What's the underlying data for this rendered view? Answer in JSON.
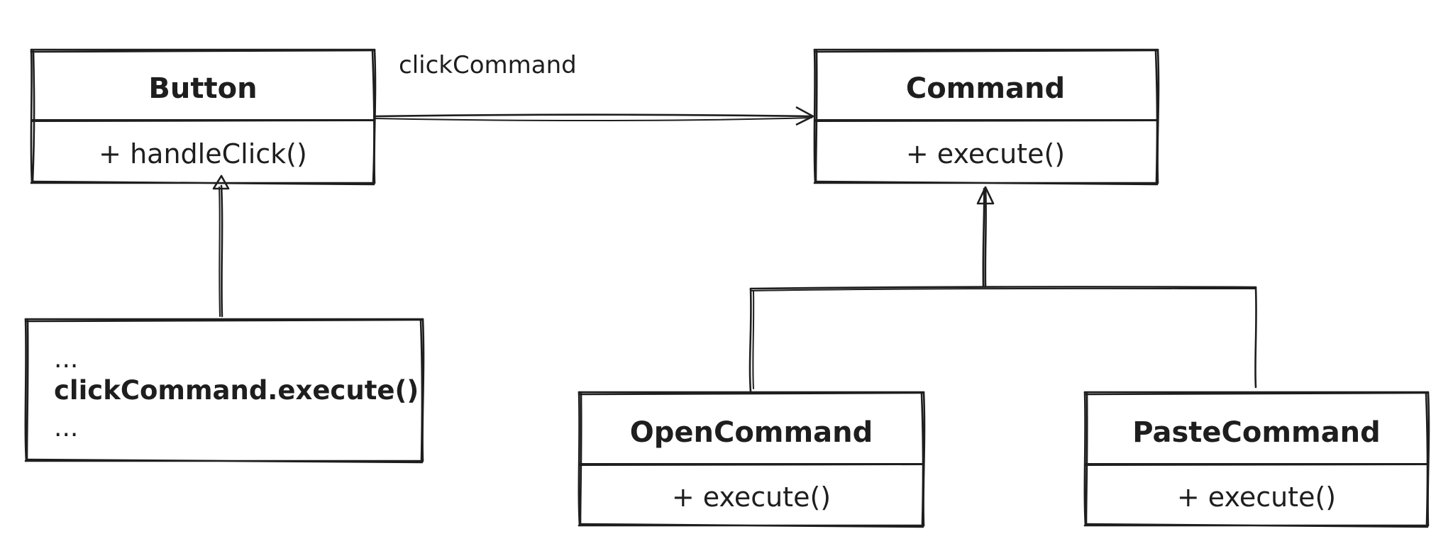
{
  "diagram": {
    "classes": {
      "button": {
        "name": "Button",
        "method": "+ handleClick()"
      },
      "command": {
        "name": "Command",
        "method": "+ execute()"
      },
      "open_command": {
        "name": "OpenCommand",
        "method": "+ execute()"
      },
      "paste_command": {
        "name": "PasteCommand",
        "method": "+ execute()"
      }
    },
    "note": {
      "line1": "...",
      "line2": "clickCommand.execute()",
      "line3": "..."
    },
    "association": {
      "label": "clickCommand"
    }
  }
}
